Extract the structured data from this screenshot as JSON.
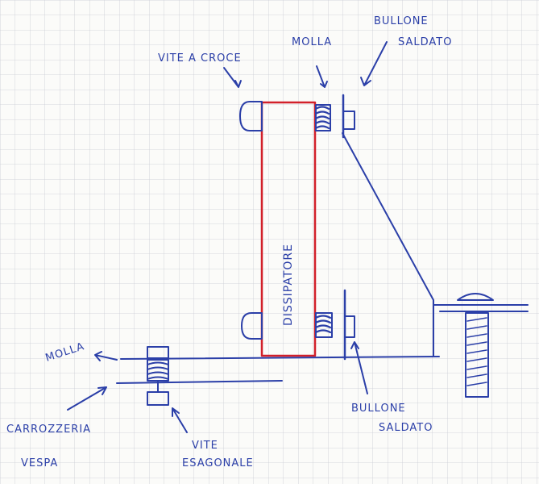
{
  "labels": {
    "molla_top": "MOLLA",
    "bullone_top_1": "BULLONE",
    "bullone_top_2": "SALDATO",
    "vite_croce": "VITE A CROCE",
    "dissipatore": "DISSIPATORE",
    "molla_left": "MOLLA",
    "carrozzeria_1": "CARROZZERIA",
    "carrozzeria_2": "VESPA",
    "vite_esag_1": "VITE",
    "vite_esag_2": "ESAGONALE",
    "bullone_bot_1": "BULLONE",
    "bullone_bot_2": "SALDATO"
  },
  "colors": {
    "ink": "#2b3fa8",
    "heatsink": "#d2202a",
    "grid": "#c9ccd3",
    "paper": "#fbfbf9"
  }
}
